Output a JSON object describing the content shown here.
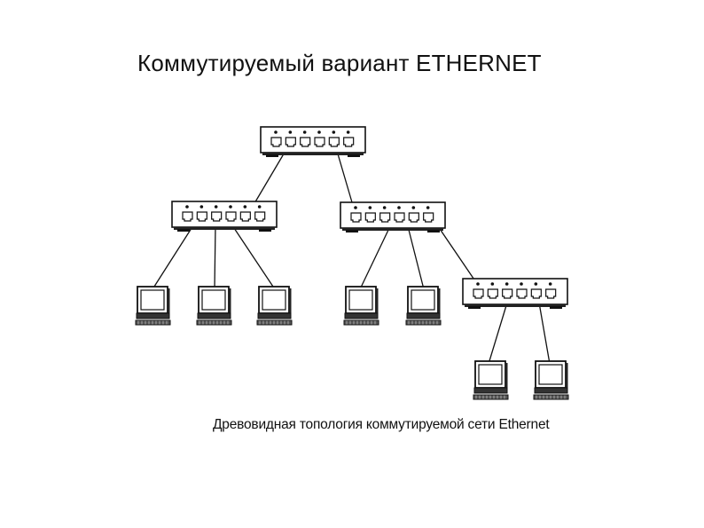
{
  "slide": {
    "title": "Коммутируемый вариант ETHERNET",
    "caption": "Древовидная топология коммутируемой сети Ethernet"
  },
  "diagram": {
    "nodes": [
      {
        "id": "sw-root",
        "kind": "switch"
      },
      {
        "id": "sw-left",
        "kind": "switch"
      },
      {
        "id": "sw-mid",
        "kind": "switch"
      },
      {
        "id": "sw-right",
        "kind": "switch"
      },
      {
        "id": "pc-1",
        "kind": "computer"
      },
      {
        "id": "pc-2",
        "kind": "computer"
      },
      {
        "id": "pc-3",
        "kind": "computer"
      },
      {
        "id": "pc-4",
        "kind": "computer"
      },
      {
        "id": "pc-5",
        "kind": "computer"
      },
      {
        "id": "pc-6",
        "kind": "computer"
      },
      {
        "id": "pc-7",
        "kind": "computer"
      }
    ],
    "links": [
      [
        "sw-root",
        "sw-left"
      ],
      [
        "sw-root",
        "sw-mid"
      ],
      [
        "sw-left",
        "pc-1"
      ],
      [
        "sw-left",
        "pc-2"
      ],
      [
        "sw-left",
        "pc-3"
      ],
      [
        "sw-mid",
        "pc-4"
      ],
      [
        "sw-mid",
        "pc-5"
      ],
      [
        "sw-mid",
        "sw-right"
      ],
      [
        "sw-right",
        "pc-6"
      ],
      [
        "sw-right",
        "pc-7"
      ]
    ]
  }
}
